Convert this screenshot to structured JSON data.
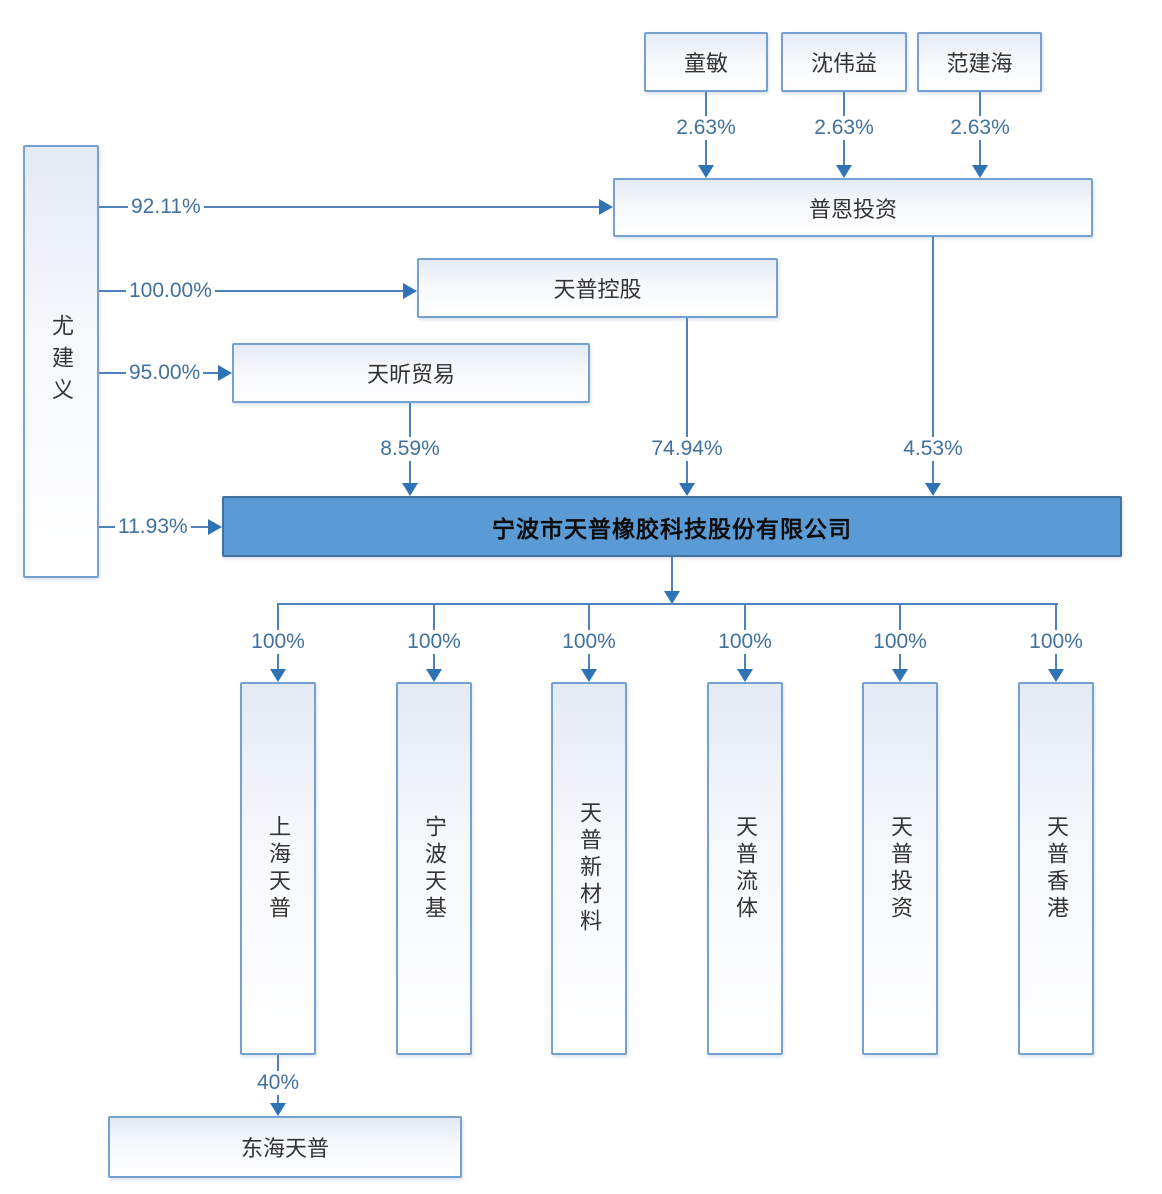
{
  "nodes": {
    "tong_min": "童敏",
    "shen_weiyi": "沈伟益",
    "fan_jianhai": "范建海",
    "puen_investment": "普恩投资",
    "tianpu_holding": "天普控股",
    "tianxin_trading": "天昕贸易",
    "you_jianyi": "尤建义",
    "main_company": "宁波市天普橡胶科技股份有限公司",
    "shanghai_tianpu": "上海天普",
    "ningbo_tianji": "宁波天基",
    "tianpu_new_material": "天普新材料",
    "tianpu_fluid": "天普流体",
    "tianpu_investment": "天普投资",
    "tianpu_hongkong": "天普香港",
    "donghai_tianpu": "东海天普"
  },
  "edges": [
    {
      "from": "童敏",
      "to": "普恩投资",
      "pct": "2.63%"
    },
    {
      "from": "沈伟益",
      "to": "普恩投资",
      "pct": "2.63%"
    },
    {
      "from": "范建海",
      "to": "普恩投资",
      "pct": "2.63%"
    },
    {
      "from": "尤建义",
      "to": "普恩投资",
      "pct": "92.11%"
    },
    {
      "from": "尤建义",
      "to": "天普控股",
      "pct": "100.00%"
    },
    {
      "from": "尤建义",
      "to": "天昕贸易",
      "pct": "95.00%"
    },
    {
      "from": "尤建义",
      "to": "宁波市天普橡胶科技股份有限公司",
      "pct": "11.93%"
    },
    {
      "from": "天昕贸易",
      "to": "宁波市天普橡胶科技股份有限公司",
      "pct": "8.59%"
    },
    {
      "from": "天普控股",
      "to": "宁波市天普橡胶科技股份有限公司",
      "pct": "74.94%"
    },
    {
      "from": "普恩投资",
      "to": "宁波市天普橡胶科技股份有限公司",
      "pct": "4.53%"
    },
    {
      "from": "宁波市天普橡胶科技股份有限公司",
      "to": "上海天普",
      "pct": "100%"
    },
    {
      "from": "宁波市天普橡胶科技股份有限公司",
      "to": "宁波天基",
      "pct": "100%"
    },
    {
      "from": "宁波市天普橡胶科技股份有限公司",
      "to": "天普新材料",
      "pct": "100%"
    },
    {
      "from": "宁波市天普橡胶科技股份有限公司",
      "to": "天普流体",
      "pct": "100%"
    },
    {
      "from": "宁波市天普橡胶科技股份有限公司",
      "to": "天普投资",
      "pct": "100%"
    },
    {
      "from": "宁波市天普橡胶科技股份有限公司",
      "to": "天普香港",
      "pct": "100%"
    },
    {
      "from": "上海天普",
      "to": "东海天普",
      "pct": "40%"
    }
  ],
  "colors": {
    "line-color": "#4f81bd",
    "arrow-color": "#2e74b5",
    "pct-text-color": "#41719c",
    "box-border-color": "#74a1d0",
    "box-fill-top": "#e4eaf4",
    "box-fill-bottom": "#ffffff",
    "main-fill": "#5b9bd5",
    "main-border": "#41719c",
    "main-text-color": "#0d0d0d",
    "node-text-color": "#333333"
  }
}
